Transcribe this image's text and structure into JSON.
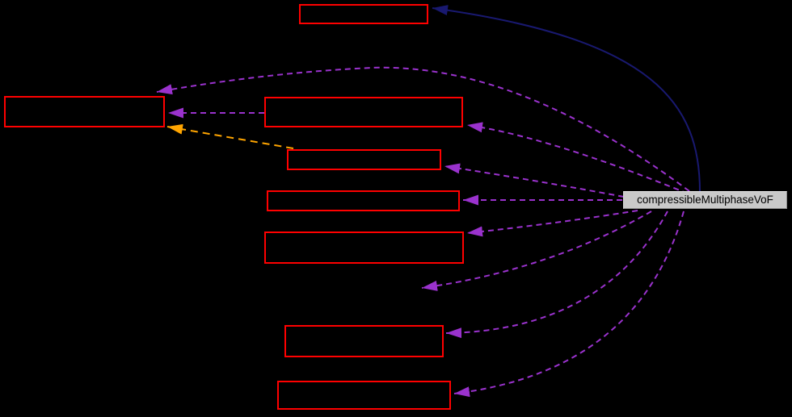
{
  "diagram": {
    "type": "collaboration-graph",
    "hub_label": "compressibleMultiphaseVoF",
    "colors": {
      "background": "#000000",
      "node_border": "#ff0000",
      "hub_fill": "#c9c9c9",
      "hub_text": "#000000",
      "usage_edge": "#9a32cd",
      "template_edge": "#ffa500",
      "inheritance_edge": "#191970"
    },
    "nodes": [
      {
        "id": "node-top",
        "label": ""
      },
      {
        "id": "node-left",
        "label": ""
      },
      {
        "id": "node-3",
        "label": ""
      },
      {
        "id": "node-4",
        "label": ""
      },
      {
        "id": "node-5",
        "label": ""
      },
      {
        "id": "node-6",
        "label": ""
      },
      {
        "id": "node-7",
        "label": ""
      },
      {
        "id": "node-8",
        "label": ""
      }
    ],
    "edges": [
      {
        "from": "hub",
        "to": "node-top",
        "style": "solid",
        "relation": "inheritance"
      },
      {
        "from": "hub",
        "to": "node-left",
        "style": "dashed",
        "relation": "usage"
      },
      {
        "from": "node-3",
        "to": "node-left",
        "style": "dashed",
        "relation": "usage"
      },
      {
        "from": "node-4",
        "to": "node-left",
        "style": "dashed",
        "relation": "template"
      },
      {
        "from": "hub",
        "to": "node-3",
        "style": "dashed",
        "relation": "usage"
      },
      {
        "from": "hub",
        "to": "node-4",
        "style": "dashed",
        "relation": "usage"
      },
      {
        "from": "hub",
        "to": "node-5",
        "style": "dashed",
        "relation": "usage"
      },
      {
        "from": "hub",
        "to": "node-6",
        "style": "dashed",
        "relation": "usage"
      },
      {
        "from": "hub",
        "to": "offscreen",
        "style": "dashed",
        "relation": "usage"
      },
      {
        "from": "hub",
        "to": "node-7",
        "style": "dashed",
        "relation": "usage"
      },
      {
        "from": "hub",
        "to": "node-8",
        "style": "dashed",
        "relation": "usage"
      }
    ]
  }
}
